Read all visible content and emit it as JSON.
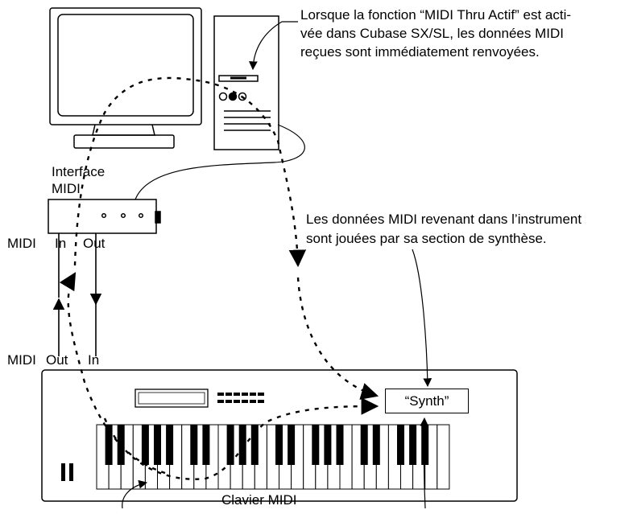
{
  "callouts": {
    "thru_line1": "Lorsque la fonction “MIDI Thru Actif” est acti-",
    "thru_line2": "vée dans Cubase SX/SL, les données MIDI",
    "thru_line3": "reçues sont immédiatement renvoyées.",
    "synth_line1": "Les données MIDI revenant dans l’instrument",
    "synth_line2": "sont jouées par sa section de synthèse."
  },
  "labels": {
    "interface_line1": "Interface",
    "interface_line2": "MIDI",
    "midi_top": "MIDI",
    "in_top": "In",
    "out_top": "Out",
    "midi_bottom": "MIDI",
    "out_bottom": "Out",
    "in_bottom": "In",
    "synth": "“Synth”",
    "keyboard": "Clavier MIDI"
  }
}
